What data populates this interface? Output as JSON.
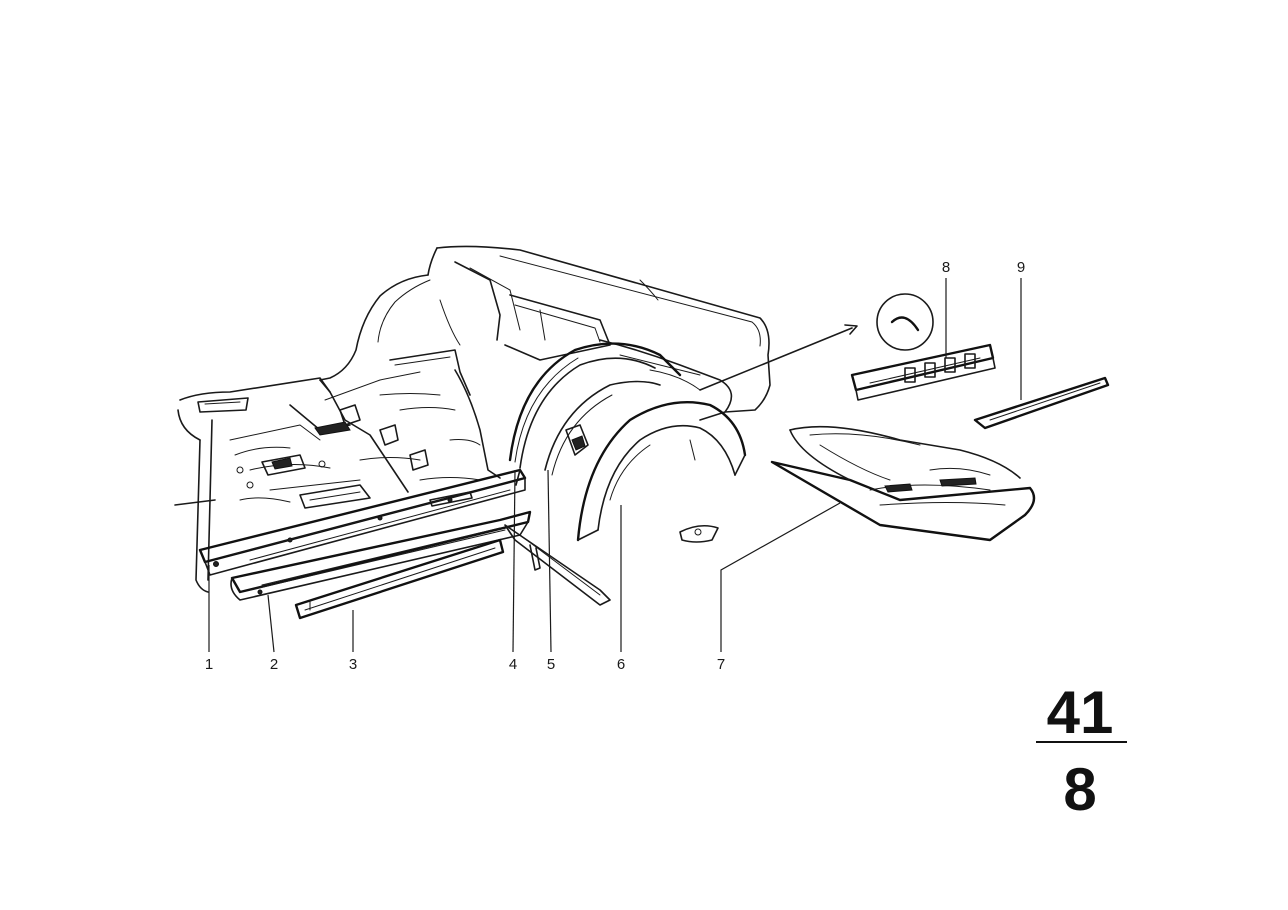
{
  "callouts": [
    {
      "id": "1",
      "label": "1"
    },
    {
      "id": "2",
      "label": "2"
    },
    {
      "id": "3",
      "label": "3"
    },
    {
      "id": "4",
      "label": "4"
    },
    {
      "id": "5",
      "label": "5"
    },
    {
      "id": "6",
      "label": "6"
    },
    {
      "id": "7",
      "label": "7"
    },
    {
      "id": "8",
      "label": "8"
    },
    {
      "id": "9",
      "label": "9"
    }
  ],
  "page_reference": {
    "group": "41",
    "page": "8"
  }
}
